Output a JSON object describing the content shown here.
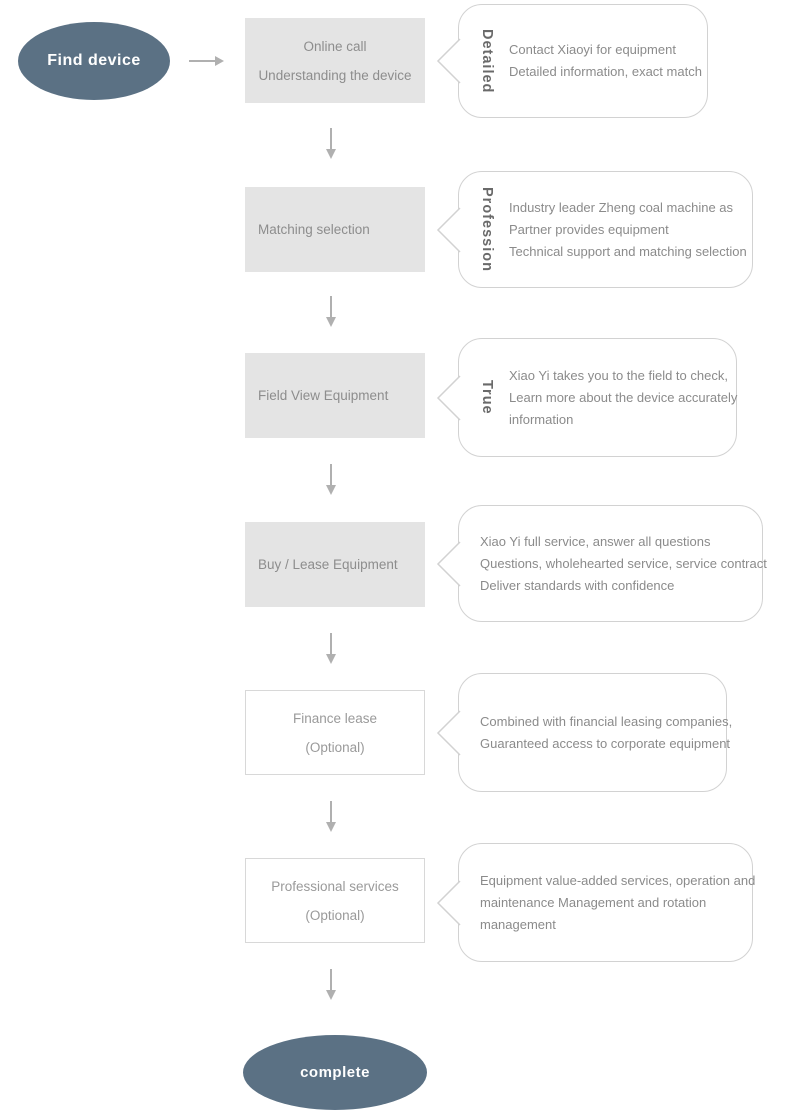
{
  "start": {
    "label": "Find device"
  },
  "end": {
    "label": "complete"
  },
  "colors": {
    "terminal_fill": "#5b7184",
    "box_fill": "#e4e4e4",
    "bubble_border": "#d2d2d2",
    "arrow": "#b0b0b0",
    "text_gray": "#8b8b8b"
  },
  "steps": [
    {
      "box_lines": [
        "Online call",
        "Understanding the device"
      ],
      "box_style": "filled",
      "bubble_label": "Detailed",
      "bubble_lines": [
        "Contact Xiaoyi for equipment",
        "Detailed information, exact match"
      ]
    },
    {
      "box_lines": [
        "Matching selection"
      ],
      "box_style": "filled",
      "bubble_label": "Profession",
      "bubble_lines": [
        "Industry leader Zheng coal machine as",
        "Partner provides equipment",
        "Technical support and matching selection"
      ]
    },
    {
      "box_lines": [
        "Field View Equipment"
      ],
      "box_style": "filled",
      "bubble_label": "True",
      "bubble_lines": [
        "Xiao Yi takes you to the field to check,",
        "Learn more about the device accurately",
        "information"
      ]
    },
    {
      "box_lines": [
        "Buy / Lease Equipment"
      ],
      "box_style": "filled",
      "bubble_label": "",
      "bubble_lines": [
        "Xiao Yi full service, answer all questions",
        "Questions, wholehearted service, service contract",
        "Deliver standards with confidence"
      ]
    },
    {
      "box_lines": [
        "Finance lease",
        "(Optional)"
      ],
      "box_style": "outlined",
      "bubble_label": "",
      "bubble_lines": [
        "Combined with financial leasing companies,",
        "Guaranteed access to corporate equipment"
      ]
    },
    {
      "box_lines": [
        "Professional services",
        "(Optional)"
      ],
      "box_style": "outlined",
      "bubble_label": "",
      "bubble_lines": [
        "Equipment value-added services, operation and",
        " maintenance Management and rotation",
        "management"
      ]
    }
  ]
}
